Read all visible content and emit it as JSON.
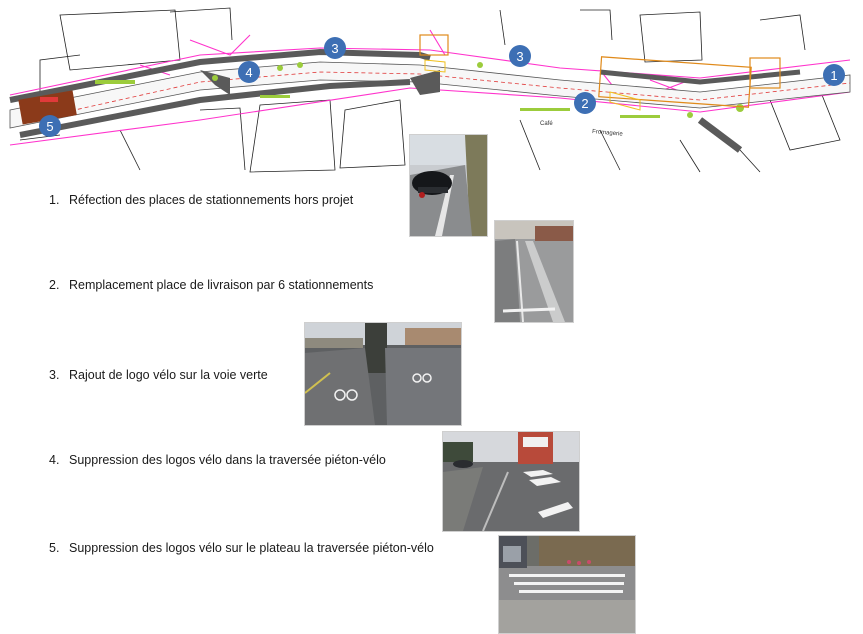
{
  "plan": {
    "markers": [
      "1",
      "2",
      "3",
      "3",
      "4",
      "5"
    ],
    "street_labels": [
      "Café",
      "Fromagerie"
    ]
  },
  "items": [
    {
      "number": "1.",
      "text": "Réfection des places de stationnements hors projet"
    },
    {
      "number": "2.",
      "text": "Remplacement place de livraison par 6 stationnements"
    },
    {
      "number": "3.",
      "text": "Rajout de logo vélo sur la voie verte"
    },
    {
      "number": "4.",
      "text": "Suppression des logos vélo dans la traversée piéton-vélo"
    },
    {
      "number": "5.",
      "text": "Suppression des logos vélo sur le plateau la traversée piéton-vélo"
    }
  ],
  "colors": {
    "marker": "#3d6fb4",
    "road": "#5a5a5a",
    "parcel": "#ff33cc",
    "greenway": "#9ccc3c"
  }
}
